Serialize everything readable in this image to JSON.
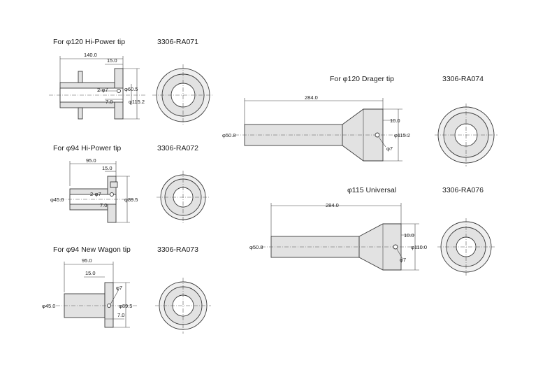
{
  "colors": {
    "line": "#3a3a3a",
    "fill": "#e2e2e2",
    "background": "#ffffff"
  },
  "parts": [
    {
      "title": "For φ120 Hi-Power tip",
      "part_no": "3306-RA071",
      "dims": {
        "total_length": "140.0",
        "flange": "15.0",
        "bolt": "2-φ7",
        "bolt_offset": "7.0",
        "inner_dia": "φ60.5",
        "outer_dia": "φ115.2"
      }
    },
    {
      "title": "For φ94 Hi-Power tip",
      "part_no": "3306-RA072",
      "dims": {
        "total_length": "95.0",
        "flange": "15.0",
        "body_dia": "φ45.0",
        "bolt": "2-φ7",
        "bolt_offset": "7.0",
        "outer_dia": "φ89.5"
      }
    },
    {
      "title": "For φ94 New Wagon tip",
      "part_no": "3306-RA073",
      "dims": {
        "total_length": "95.0",
        "flange": "15.0",
        "body_dia": "φ45.0",
        "bolt": "φ7",
        "outer_dia": "φ89.5",
        "bolt_offset": "7.0"
      }
    },
    {
      "title": "For φ120 Drager tip",
      "part_no": "3306-RA074",
      "dims": {
        "total_length": "284.0",
        "flange": "10.0",
        "body_dia": "φ50.8",
        "outer_dia": "φ115.2",
        "bolt": "φ7"
      }
    },
    {
      "title": "φ115 Universal",
      "part_no": "3306-RA076",
      "dims": {
        "total_length": "284.0",
        "flange": "10.0",
        "body_dia": "φ50.8",
        "outer_dia": "φ110.0",
        "bolt": "φ7"
      }
    }
  ]
}
